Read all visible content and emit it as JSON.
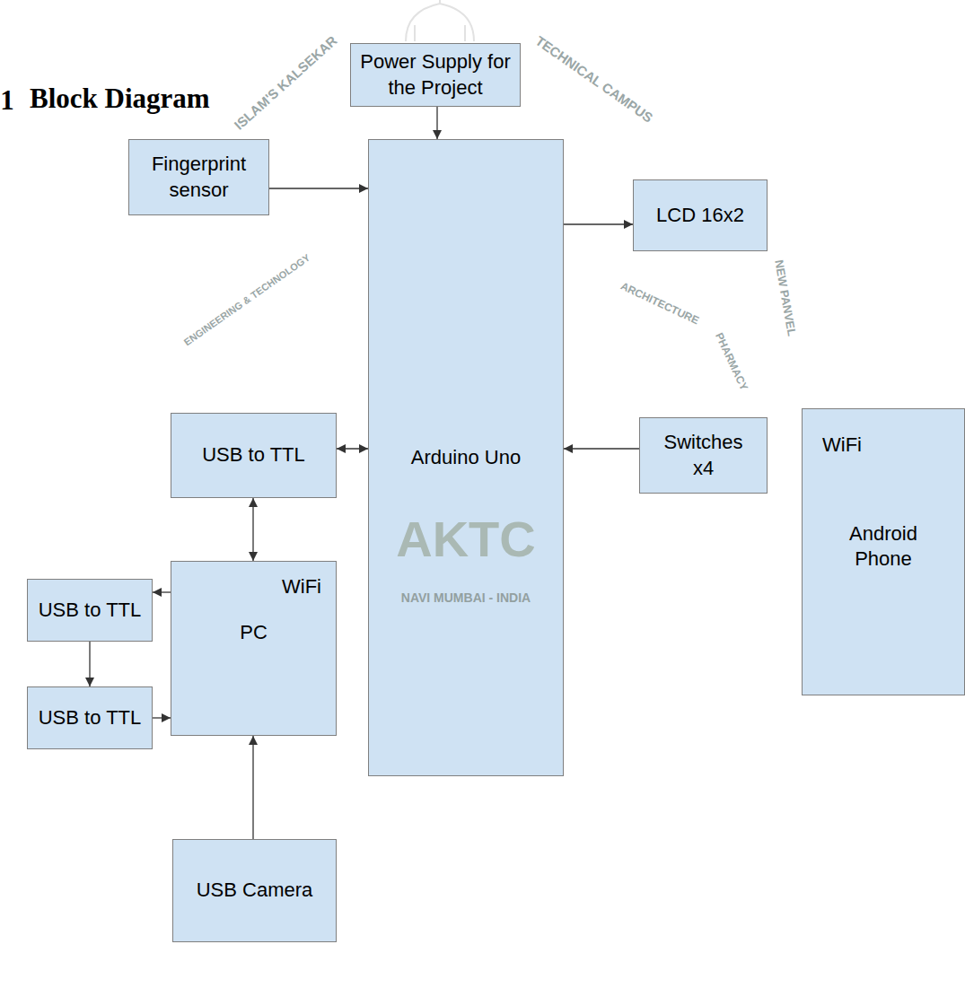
{
  "diagram": {
    "title": "Block Diagram",
    "nodes": [
      {
        "text": [
          "Power Supply for the Project"
        ]
      },
      {
        "text": [
          "Fingerprint sensor"
        ]
      },
      {
        "text": [
          "Arduino Uno"
        ]
      },
      {
        "text": [
          "LCD 16x2"
        ]
      },
      {
        "text": [
          "USB to TTL"
        ]
      },
      {
        "text": [
          "Switches x4"
        ]
      },
      {
        "text": [
          "WiFi",
          "Android Phone"
        ]
      },
      {
        "text": [
          "WiFi",
          "PC"
        ]
      },
      {
        "text": [
          "USB to TTL"
        ]
      },
      {
        "text": [
          "USB to TTL"
        ]
      },
      {
        "text": [
          "USB Camera"
        ]
      }
    ],
    "edges": [
      {
        "from": 0,
        "to": 2,
        "arrow": "to"
      },
      {
        "from": 1,
        "to": 2,
        "arrow": "to"
      },
      {
        "from": 2,
        "to": 3,
        "arrow": "to"
      },
      {
        "from": 4,
        "to": 2,
        "arrow": "both"
      },
      {
        "from": 5,
        "to": 2,
        "arrow": "to"
      },
      {
        "from": 4,
        "to": 7,
        "arrow": "both"
      },
      {
        "from": 7,
        "to": 8,
        "arrow": "to"
      },
      {
        "from": 8,
        "to": 9,
        "arrow": "to"
      },
      {
        "from": 9,
        "to": 7,
        "arrow": "to"
      },
      {
        "from": 10,
        "to": 7,
        "arrow": "to"
      }
    ],
    "labels": [
      "1",
      "ISLAM'S KALSEKAR",
      "TECHNICAL CAMPUS",
      "ENGINEERING & TECHNOLOGY",
      "ARCHITECTURE",
      "PHARMACY",
      "NEW PANVEL",
      "AKTC",
      "NAVI MUMBAI - INDIA"
    ]
  }
}
